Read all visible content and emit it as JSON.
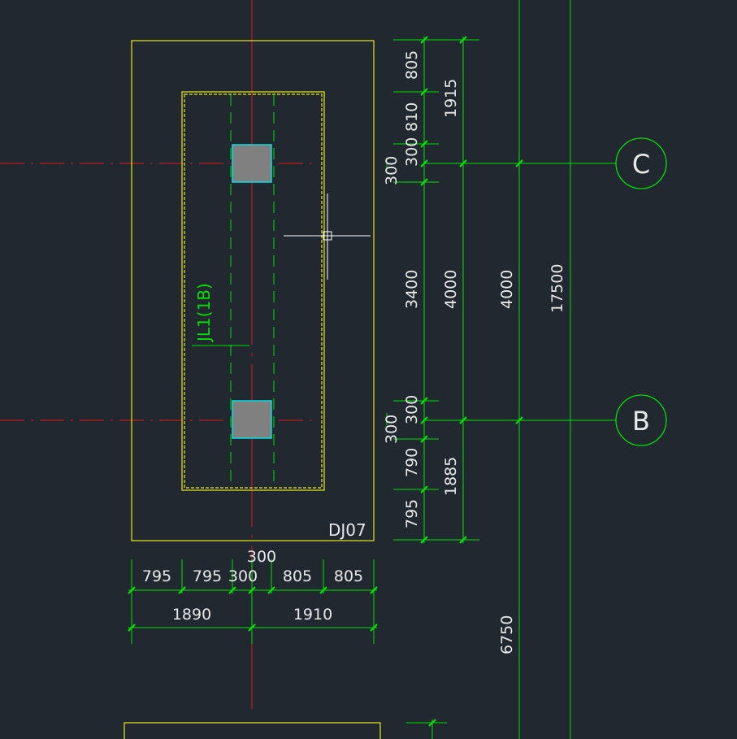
{
  "colors": {
    "background": "#212830",
    "dimension": "#00e000",
    "axis": "#e01818",
    "outline": "#e8e820",
    "column_fill": "#808080",
    "column_edge": "#00e0e0",
    "text": "#e8e8e8",
    "crosshair": "#ffffff"
  },
  "grid_bubbles": {
    "c": "C",
    "b": "B"
  },
  "labels": {
    "footing_tag": "DJ07",
    "beam_tag": "JL1(1B)"
  },
  "right_dims": {
    "row1": [
      "805",
      "810",
      "300",
      "3400",
      "300",
      "790",
      "795"
    ],
    "row2": [
      "1915",
      "4000",
      "1885"
    ],
    "row3": [
      "4000",
      "6750"
    ],
    "row4": "17500",
    "offsets": [
      "300",
      "300"
    ]
  },
  "bottom_dims": {
    "row1": [
      "795",
      "795",
      "300",
      "805",
      "805"
    ],
    "row2": [
      "1890",
      "1910"
    ],
    "above": "300"
  }
}
